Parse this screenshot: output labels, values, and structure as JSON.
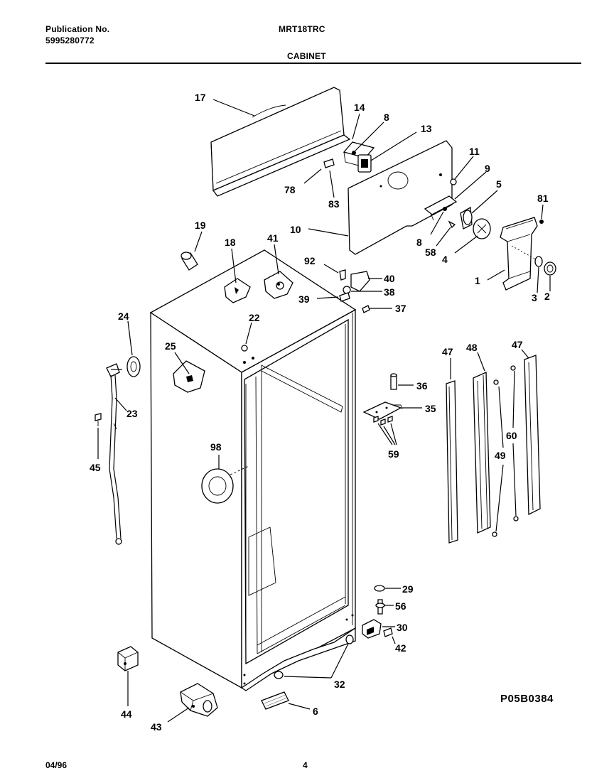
{
  "header": {
    "publication_label": "Publication No.",
    "publication_number": "5995280772",
    "model": "MRT18TRC",
    "section": "CABINET"
  },
  "footer": {
    "date": "04/96",
    "page": "4",
    "diagram_code": "P05B0384"
  },
  "callouts": {
    "c17": "17",
    "c14": "14",
    "c8a": "8",
    "c13": "13",
    "c11": "11",
    "c9": "9",
    "c5": "5",
    "c81": "81",
    "c78": "78",
    "c83": "83",
    "c10": "10",
    "c8b": "8",
    "c58": "58",
    "c4": "4",
    "c1": "1",
    "c3": "3",
    "c2": "2",
    "c19": "19",
    "c18": "18",
    "c41": "41",
    "c92": "92",
    "c40": "40",
    "c38": "38",
    "c39": "39",
    "c37": "37",
    "c24": "24",
    "c22": "22",
    "c25": "25",
    "c23": "23",
    "c45": "45",
    "c98": "98",
    "c47a": "47",
    "c48": "48",
    "c47b": "47",
    "c36": "36",
    "c35": "35",
    "c59": "59",
    "c60": "60",
    "c49": "49",
    "c29": "29",
    "c56": "56",
    "c30": "30",
    "c42": "42",
    "c32": "32",
    "c6": "6",
    "c44": "44",
    "c43": "43"
  }
}
